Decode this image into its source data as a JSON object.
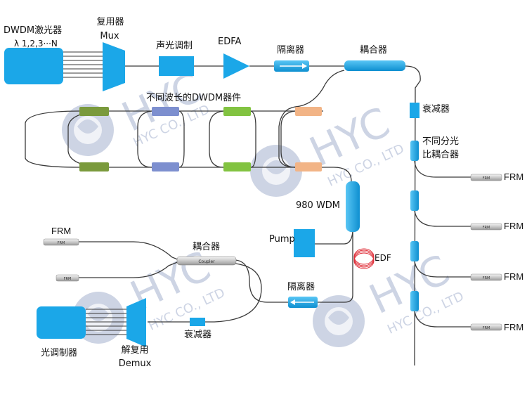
{
  "labels": {
    "laser_title": "DWDM激光器",
    "laser_sub": "λ 1,2,3···N",
    "mux_cn": "复用器",
    "mux_en": "Mux",
    "voa_top": "声光调制",
    "edfa": "EDFA",
    "isolator_top": "隔离器",
    "coupler_top": "耦合器",
    "wavelength_devices": "不同波长的DWDM器件",
    "attenuator_right": "衰减器",
    "split_coupler_line1": "不同分光",
    "split_coupler_line2": "比耦合器",
    "wdm980": "980 WDM",
    "pump": "Pump",
    "edf": "EDF",
    "isolator_bottom": "隔离器",
    "frm": "FRM",
    "coupler_bottom": "耦合器",
    "attenuator_bottom": "衰减器",
    "modulator": "光调制器",
    "demux_cn": "解复用",
    "demux_en": "Demux",
    "frm_tube_text": "FRM",
    "coupler_tube_text": "Coupler"
  },
  "watermark": {
    "brand": "HYC",
    "company": "HYC CO., LTD"
  },
  "colors": {
    "device_blue": "#1ba7e8",
    "device_blue_dark": "#0c84c4",
    "fiber": "#3a3a3a",
    "grating_olive": "#7a9a3c",
    "grating_slate": "#7d8fcf",
    "grating_green": "#82c341",
    "grating_peach": "#f2b486",
    "watermark": "#c5cde0"
  }
}
